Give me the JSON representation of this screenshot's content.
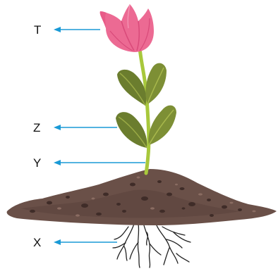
{
  "labels": {
    "t": "T",
    "z": "Z",
    "y": "Y",
    "x": "X"
  },
  "colors": {
    "arrow": "#1a9ad6",
    "petal": "#ec6a93",
    "petal_dark": "#d94a7a",
    "stem": "#a8c83c",
    "leaf": "#6b7d2e",
    "leaf_light": "#9aaa45",
    "soil": "#6a5048",
    "soil_dark": "#4a3430",
    "root": "#222222"
  }
}
